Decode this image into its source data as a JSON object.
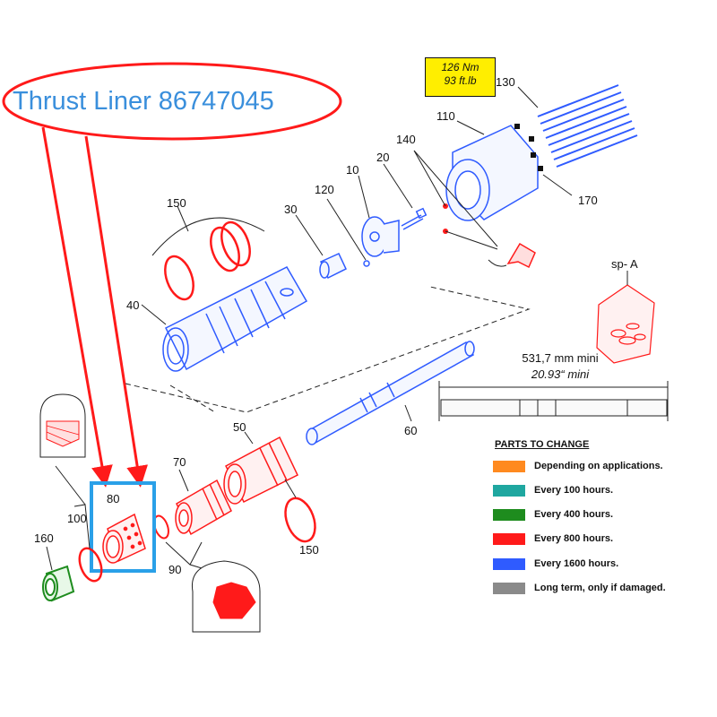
{
  "callout": {
    "text": "Thrust Liner 86747045"
  },
  "torque": {
    "nm": "126 Nm",
    "ftlb": "93  ft.lb"
  },
  "labels": {
    "p10": "10",
    "p20": "20",
    "p30": "30",
    "p40": "40",
    "p50": "50",
    "p60": "60",
    "p70": "70",
    "p80": "80",
    "p90": "90",
    "p100": "100",
    "p110": "110",
    "p120": "120",
    "p130": "130",
    "p140": "140",
    "p150_top": "150",
    "p150_bottom": "150",
    "p160": "160",
    "p170": "170",
    "sp_a": "sp- A"
  },
  "dimension": {
    "metric": "531,7 mm mini",
    "imperial": "20.93“ mini"
  },
  "legend": {
    "title": "PARTS TO CHANGE",
    "items": [
      {
        "label": "Depending on applications.",
        "color": "#ff8a1f"
      },
      {
        "label": "Every 100 hours.",
        "color": "#1fa7a0"
      },
      {
        "label": "Every 400 hours.",
        "color": "#1e8c1e"
      },
      {
        "label": "Every 800 hours.",
        "color": "#ff1a1a"
      },
      {
        "label": "Every 1600 hours.",
        "color": "#2f5bff"
      },
      {
        "label": "Long term, only if damaged.",
        "color": "#8a8a8a"
      }
    ]
  },
  "colors": {
    "red": "#ff1a1a",
    "blue": "#2f5bff",
    "green": "#1e8c1e",
    "callout": "#3a8fdc",
    "highlight": "#2aa0e8"
  }
}
